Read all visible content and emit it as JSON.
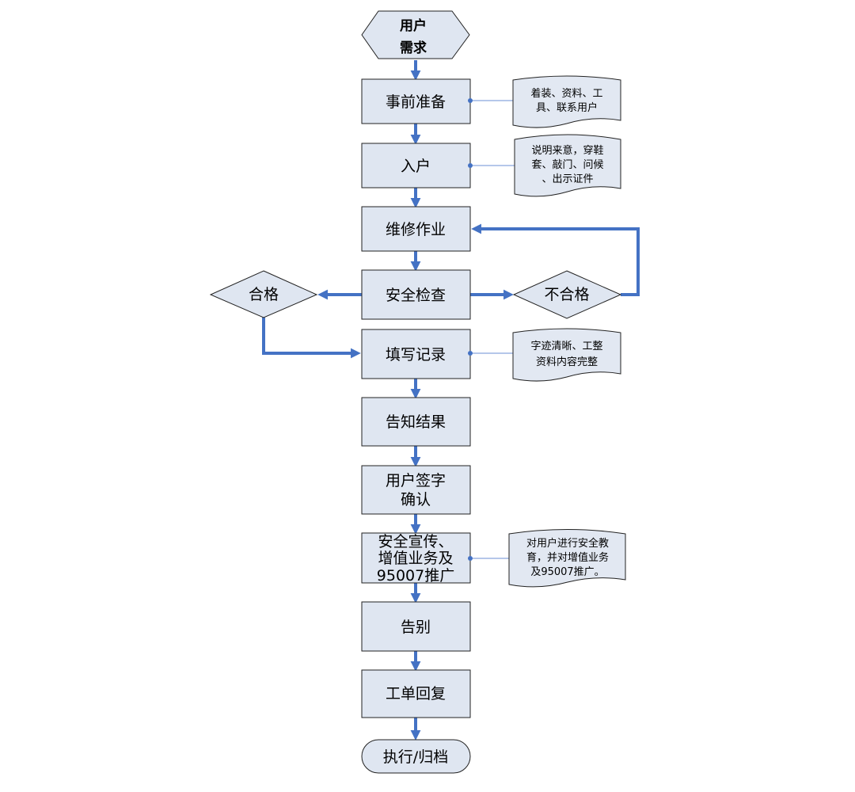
{
  "nodes": {
    "start": [
      "用户",
      "需求"
    ],
    "prep": "事前准备",
    "enter": "入户",
    "repair": "维修作业",
    "check": "安全检查",
    "pass": "合格",
    "fail": "不合格",
    "record": "填写记录",
    "inform": "告知结果",
    "sign": [
      "用户签字",
      "确认"
    ],
    "promo": [
      "安全宣传、",
      "增值业务及",
      "95007推广"
    ],
    "bye": "告别",
    "reply": "工单回复",
    "end": "执行/归档"
  },
  "notes": {
    "prep": [
      "着装、资料、工",
      "具、联系用户"
    ],
    "enter": [
      "说明来意，穿鞋",
      "套、敲门、问候",
      "、出示证件"
    ],
    "record": [
      "字迹清晰、工整",
      "资料内容完整"
    ],
    "promo": [
      "对用户进行安全教",
      "育，并对增值业务",
      "及95007推广。"
    ]
  },
  "colors": {
    "box_fill": "#dfe6f1",
    "arrow": "#4472c4",
    "connector": "#6b8fd4"
  }
}
